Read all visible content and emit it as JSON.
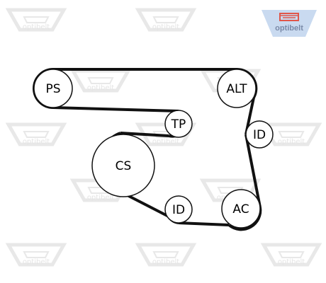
{
  "brand": {
    "name": "optibelt",
    "colors": {
      "logo_blue": "#c9daf0",
      "logo_red": "#e0564a",
      "watermark": "#e6e6e6",
      "belt": "#111111"
    }
  },
  "watermarks": {
    "text": "optibelt",
    "count": 12
  },
  "pulleys": [
    {
      "id": "ps",
      "label": "PS"
    },
    {
      "id": "alt",
      "label": "ALT"
    },
    {
      "id": "tp",
      "label": "TP"
    },
    {
      "id": "id1",
      "label": "ID"
    },
    {
      "id": "cs",
      "label": "CS"
    },
    {
      "id": "id2",
      "label": "ID"
    },
    {
      "id": "ac",
      "label": "AC"
    }
  ]
}
